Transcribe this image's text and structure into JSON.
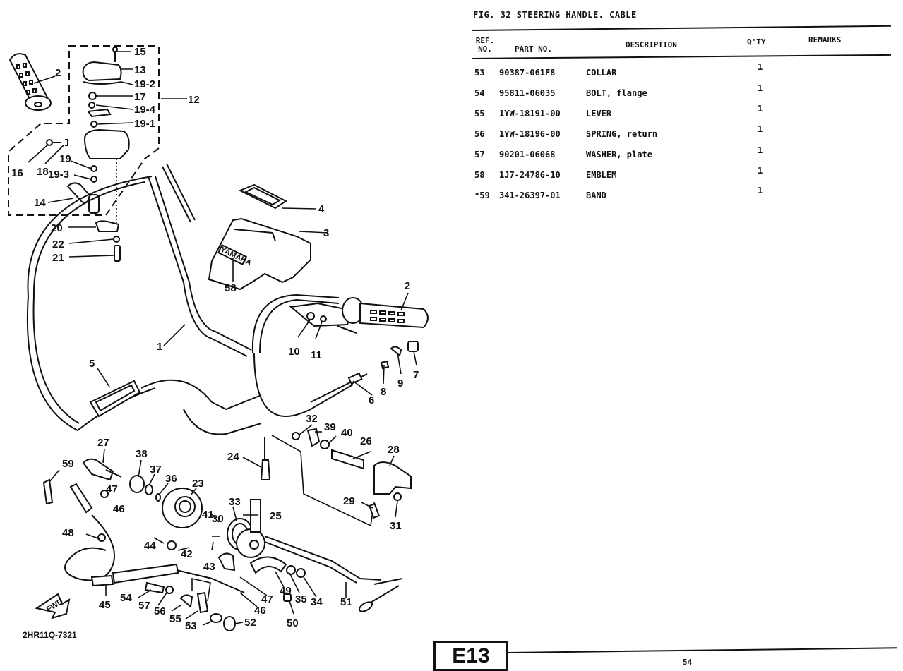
{
  "figure": {
    "title": "FIG. 32  STEERING HANDLE. CABLE",
    "drawing_code": "2HR11Q-7321",
    "fwd_label": "FWD",
    "emblem_text": "YAMAHA"
  },
  "table": {
    "headers": {
      "ref_no_line1": "REF.",
      "ref_no_line2": "NO.",
      "part_no": "PART NO.",
      "description": "DESCRIPTION",
      "qty": "Q'TY",
      "remarks": "REMARKS"
    },
    "rows": [
      {
        "ref": "53",
        "part_no": "90387-061F8",
        "description": "COLLAR",
        "qty": "1",
        "remarks": ""
      },
      {
        "ref": "54",
        "part_no": "95811-06035",
        "description": "BOLT, flange",
        "qty": "1",
        "remarks": ""
      },
      {
        "ref": "55",
        "part_no": "1YW-18191-00",
        "description": "LEVER",
        "qty": "1",
        "remarks": ""
      },
      {
        "ref": "56",
        "part_no": "1YW-18196-00",
        "description": "SPRING, return",
        "qty": "1",
        "remarks": ""
      },
      {
        "ref": "57",
        "part_no": "90201-06068",
        "description": "WASHER, plate",
        "qty": "1",
        "remarks": ""
      },
      {
        "ref": "58",
        "part_no": "1J7-24786-10",
        "description": "EMBLEM",
        "qty": "1",
        "remarks": ""
      },
      {
        "ref": "*59",
        "part_no": "341-26397-01",
        "description": "BAND",
        "qty": "1",
        "remarks": ""
      }
    ]
  },
  "footer": {
    "section": "E13",
    "page_number": "54"
  },
  "callouts": {
    "c1": "1",
    "c2a": "2",
    "c2b": "2",
    "c3": "3",
    "c4": "4",
    "c5": "5",
    "c6": "6",
    "c7": "7",
    "c8": "8",
    "c9": "9",
    "c10": "10",
    "c11": "11",
    "c12": "12",
    "c13": "13",
    "c14": "14",
    "c15": "15",
    "c16": "16",
    "c17": "17",
    "c18": "18",
    "c19": "19",
    "c19_1": "19-1",
    "c19_2": "19-2",
    "c19_3": "19-3",
    "c19_4": "19-4",
    "c20": "20",
    "c21": "21",
    "c22": "22",
    "c23": "23",
    "c24": "24",
    "c25": "25",
    "c26": "26",
    "c27": "27",
    "c28": "28",
    "c29": "29",
    "c30": "30",
    "c31": "31",
    "c32": "32",
    "c33": "33",
    "c34": "34",
    "c35": "35",
    "c36": "36",
    "c37": "37",
    "c38": "38",
    "c39": "39",
    "c40": "40",
    "c41": "41",
    "c42": "42",
    "c43": "43",
    "c44": "44",
    "c45": "45",
    "c46a": "46",
    "c46b": "46",
    "c47a": "47",
    "c47b": "47",
    "c48": "48",
    "c49": "49",
    "c50": "50",
    "c51": "51",
    "c52": "52",
    "c53": "53",
    "c54": "54",
    "c55": "55",
    "c56": "56",
    "c57": "57",
    "c58": "58",
    "c59": "59"
  }
}
